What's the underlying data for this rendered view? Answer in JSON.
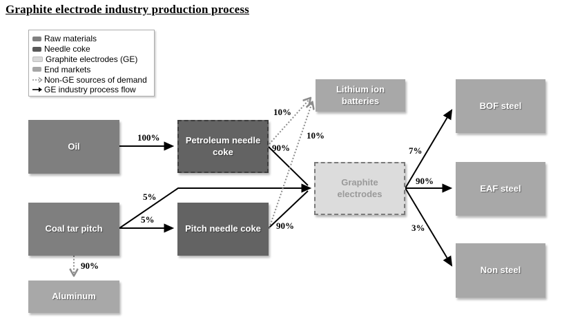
{
  "title": "Graphite electrode industry production process",
  "colors": {
    "raw_materials": "#7f7f7f",
    "needle_coke": "#636363",
    "graphite_electrodes": "#dcdcdc",
    "end_markets": "#a8a8a8",
    "process_flow_arrow": "#000000",
    "non_ge_arrow": "#8c8c8c"
  },
  "legend": {
    "items": [
      {
        "label": "Raw materials",
        "swatch": "raw-materials",
        "color": "#808080"
      },
      {
        "label": "Needle coke",
        "swatch": "needle-coke",
        "color": "#595959"
      },
      {
        "label": "Graphite electrodes (GE)",
        "swatch": "graphite-electrodes",
        "color": "#d9d9d9"
      },
      {
        "label": "End markets",
        "swatch": "end-markets",
        "color": "#a6a6a6"
      },
      {
        "label": "Non-GE sources of demand",
        "swatch": "dashed-arrow",
        "color": "#8c8c8c"
      },
      {
        "label": "GE industry process flow",
        "swatch": "solid-arrow",
        "color": "#000000"
      }
    ]
  },
  "nodes": {
    "oil": {
      "label": "Oil",
      "category": "Raw materials"
    },
    "coal_tar_pitch": {
      "label": "Coal tar pitch",
      "category": "Raw materials"
    },
    "petroleum_needle_coke": {
      "label": "Petroleum needle coke",
      "category": "Needle coke"
    },
    "pitch_needle_coke": {
      "label": "Pitch needle coke",
      "category": "Needle coke"
    },
    "lithium_ion_batteries": {
      "label": "Lithium ion batteries",
      "category": "End markets"
    },
    "graphite_electrodes": {
      "label": "Graphite electrodes",
      "category": "Graphite electrodes (GE)"
    },
    "aluminum": {
      "label": "Aluminum",
      "category": "End markets"
    },
    "bof_steel": {
      "label": "BOF steel",
      "category": "End markets"
    },
    "eaf_steel": {
      "label": "EAF steel",
      "category": "End markets"
    },
    "non_steel": {
      "label": "Non steel",
      "category": "End markets"
    }
  },
  "flows": [
    {
      "from": "Oil",
      "to": "Petroleum needle coke",
      "label": "100%",
      "type": "GE industry process flow"
    },
    {
      "from": "Petroleum needle coke",
      "to": "Graphite electrodes",
      "label": "90%",
      "type": "GE industry process flow"
    },
    {
      "from": "Petroleum needle coke",
      "to": "Lithium ion batteries",
      "label": "10%",
      "type": "Non-GE sources of demand"
    },
    {
      "from": "Pitch needle coke",
      "to": "Lithium ion batteries",
      "label": "10%",
      "type": "Non-GE sources of demand"
    },
    {
      "from": "Pitch needle coke",
      "to": "Graphite electrodes",
      "label": "90%",
      "type": "GE industry process flow"
    },
    {
      "from": "Coal tar pitch",
      "to": "Graphite electrodes",
      "label": "5%",
      "type": "GE industry process flow"
    },
    {
      "from": "Coal tar pitch",
      "to": "Pitch needle coke",
      "label": "5%",
      "type": "GE industry process flow"
    },
    {
      "from": "Coal tar pitch",
      "to": "Aluminum",
      "label": "90%",
      "type": "Non-GE sources of demand"
    },
    {
      "from": "Graphite electrodes",
      "to": "BOF steel",
      "label": "7%",
      "type": "GE industry process flow"
    },
    {
      "from": "Graphite electrodes",
      "to": "EAF steel",
      "label": "90%",
      "type": "GE industry process flow"
    },
    {
      "from": "Graphite electrodes",
      "to": "Non steel",
      "label": "3%",
      "type": "GE industry process flow"
    }
  ]
}
